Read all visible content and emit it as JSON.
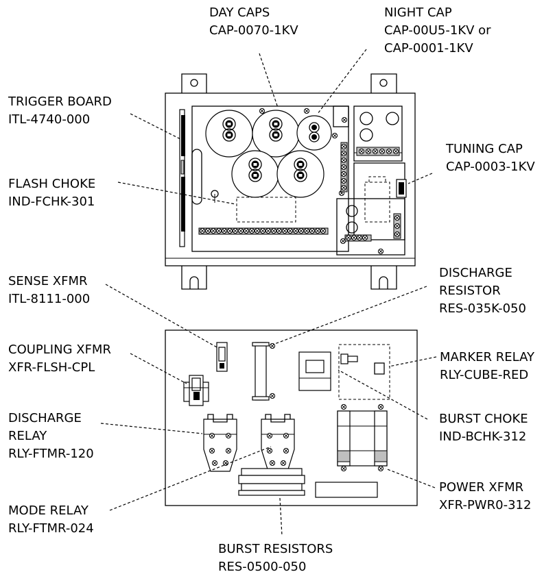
{
  "labels": {
    "day_caps": [
      "DAY CAPS",
      "CAP-0070-1KV"
    ],
    "night_cap": [
      "NIGHT CAP",
      "CAP-00U5-1KV or",
      "CAP-0001-1KV"
    ],
    "trigger_board": [
      "TRIGGER BOARD",
      "ITL-4740-000"
    ],
    "tuning_cap": [
      "TUNING CAP",
      "CAP-0003-1KV"
    ],
    "flash_choke": [
      "FLASH CHOKE",
      "IND-FCHK-301"
    ],
    "sense_xfmr": [
      "SENSE XFMR",
      "ITL-8111-000"
    ],
    "discharge_resistor": [
      "DISCHARGE",
      "RESISTOR",
      "RES-035K-050"
    ],
    "coupling_xfmr": [
      "COUPLING XFMR",
      "XFR-FLSH-CPL"
    ],
    "marker_relay": [
      "MARKER RELAY",
      "RLY-CUBE-RED"
    ],
    "discharge_relay": [
      "DISCHARGE",
      "RELAY",
      "RLY-FTMR-120"
    ],
    "burst_choke": [
      "BURST CHOKE",
      "IND-BCHK-312"
    ],
    "power_xfmr": [
      "POWER XFMR",
      "XFR-PWR0-312"
    ],
    "mode_relay": [
      "MODE RELAY",
      "RLY-FTMR-024"
    ],
    "burst_resistors": [
      "BURST RESISTORS",
      "RES-0500-050"
    ]
  }
}
